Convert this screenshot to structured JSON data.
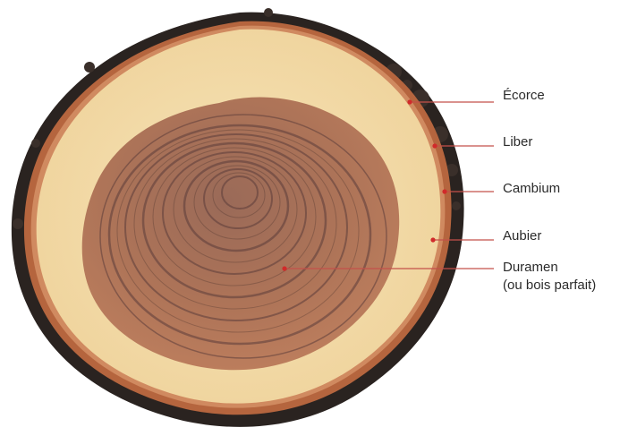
{
  "figure": {
    "subject": "Coupe transversale d'un tronc",
    "labels": [
      {
        "id": "ecorce",
        "text": "Écorce"
      },
      {
        "id": "liber",
        "text": "Liber"
      },
      {
        "id": "cambium",
        "text": "Cambium"
      },
      {
        "id": "aubier",
        "text": "Aubier"
      },
      {
        "id": "duramen",
        "text": "Duramen",
        "sub": "(ou bois parfait)"
      }
    ]
  },
  "colors": {
    "bark": "#2a2320",
    "liber": "#b5653e",
    "cambium": "#c98058",
    "sapwood": "#f3dcaa",
    "heartwood": "#b77b5e",
    "ring_dark": "#5b3d3a",
    "leader": "#c4504a",
    "dot": "#d12a2a"
  }
}
